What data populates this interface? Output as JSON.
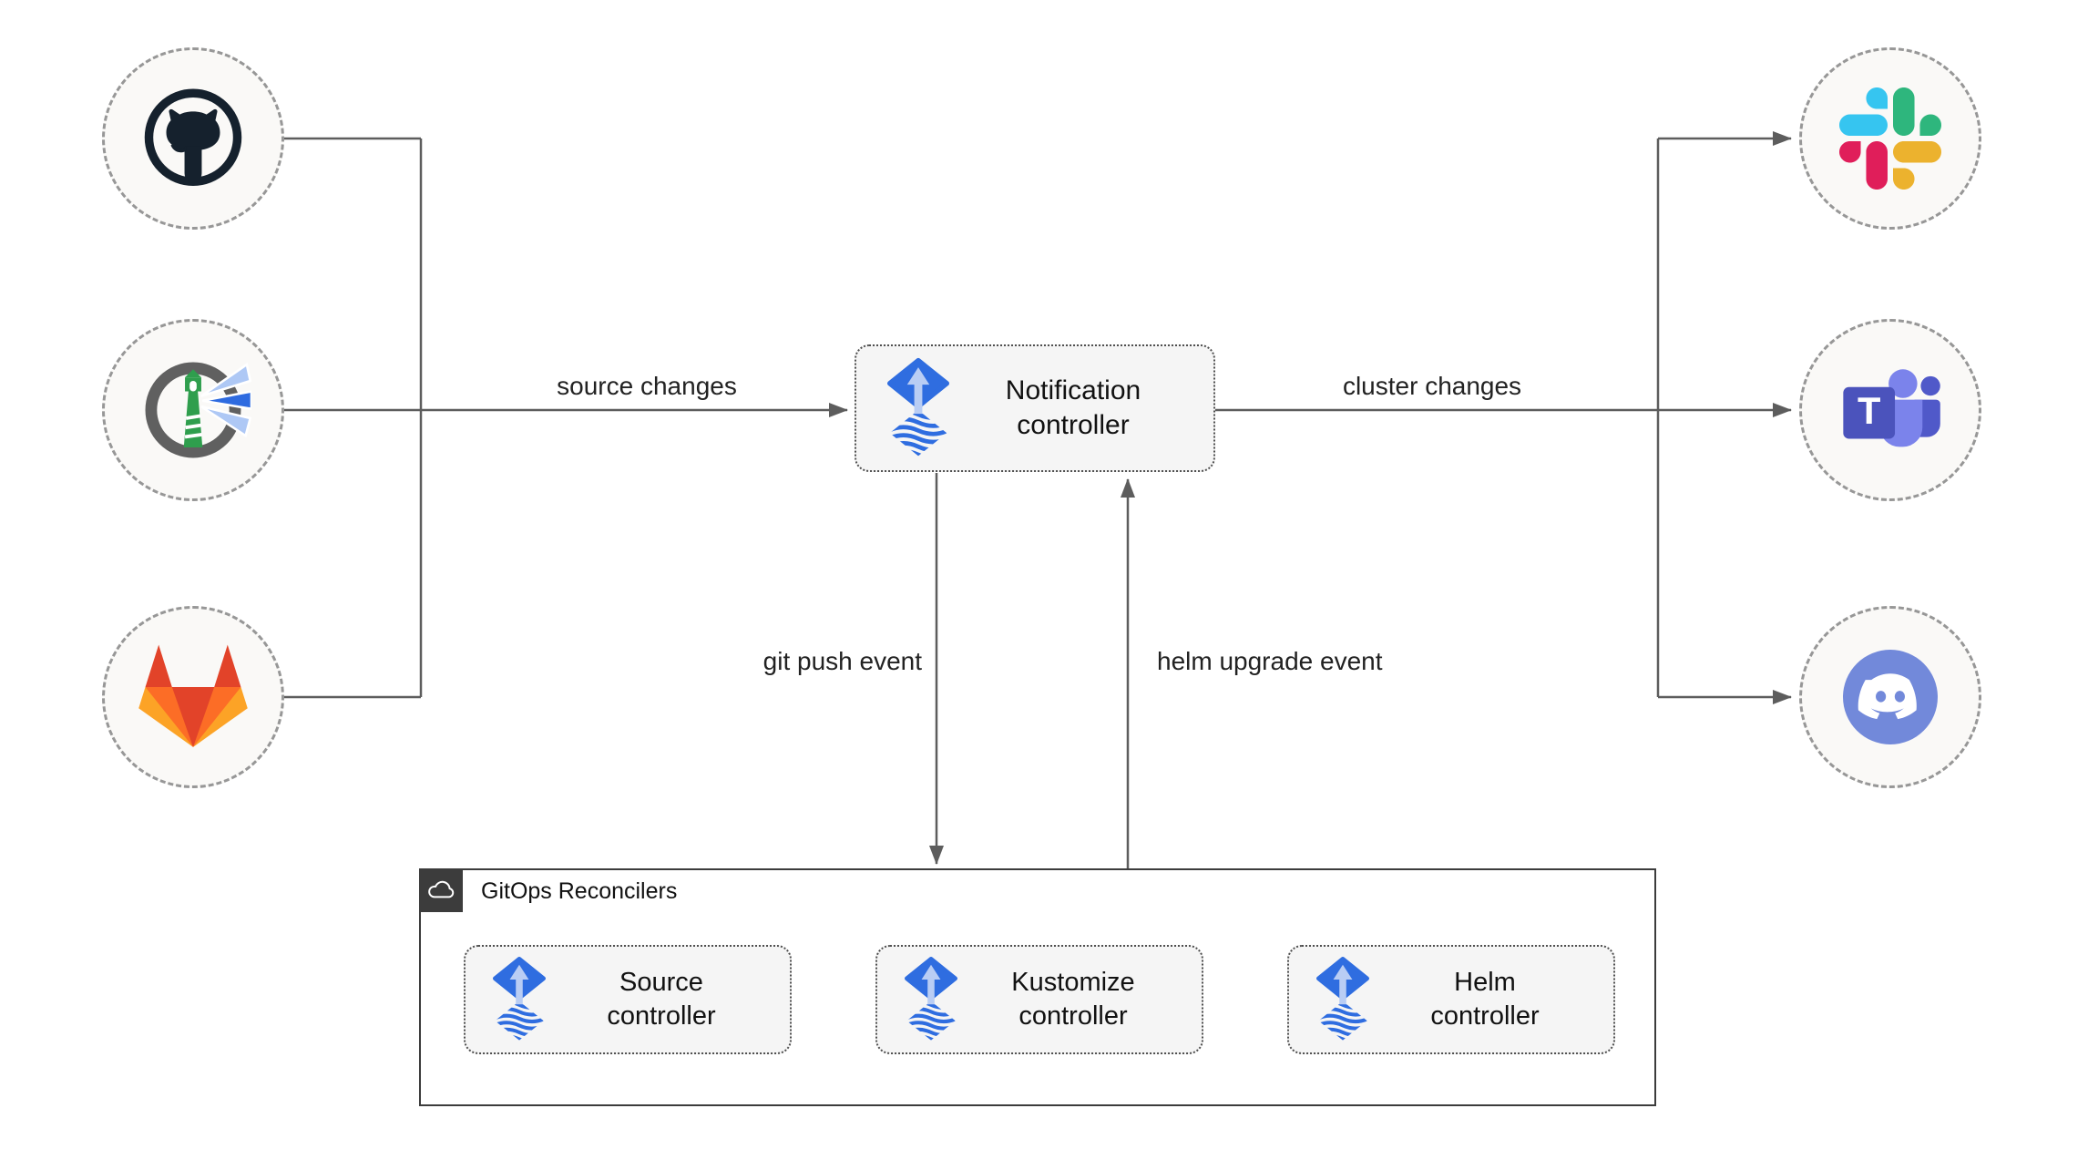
{
  "nodes": {
    "notification": {
      "label": "Notification\ncontroller"
    },
    "source": {
      "label": "Source\ncontroller"
    },
    "kustomize": {
      "label": "Kustomize\ncontroller"
    },
    "helm": {
      "label": "Helm\ncontroller"
    },
    "gitops_group": {
      "label": "GitOps Reconcilers"
    }
  },
  "edges": {
    "source_changes": "source changes",
    "cluster_changes": "cluster changes",
    "git_push": "git push event",
    "helm_upgrade": "helm upgrade event"
  },
  "icons": {
    "sources": [
      "github-icon",
      "harbor-icon",
      "gitlab-icon"
    ],
    "targets": [
      "slack-icon",
      "microsoft-teams-icon",
      "discord-icon"
    ],
    "controllers": "flux-icon",
    "group_header": "cloud-icon"
  },
  "colors": {
    "flux_blue": "#2f6de0",
    "flux_arrow_light": "#b9cdf4",
    "connector_gray": "#5d5d5d",
    "box_fill": "#f5f5f5",
    "box_border": "#4f4f4f",
    "circle_fill": "#faf9f7",
    "circle_border": "#979797",
    "group_header_bg": "#3c3c3c",
    "github_dark": "#15212d",
    "harbor_ring_gray": "#606060",
    "harbor_green": "#2f9e4d",
    "harbor_beam_blue": "#2e6be0",
    "gitlab_red": "#e24329",
    "gitlab_orange": "#fc6d26",
    "gitlab_amber": "#fca326",
    "slack_blue": "#36c5f0",
    "slack_green": "#2eb67d",
    "slack_yellow": "#ecb22e",
    "slack_pink": "#e01e5a",
    "teams_indigo": "#4b53bc",
    "teams_purple": "#5059c9",
    "teams_light": "#7b83eb",
    "discord_blurple": "#7289da"
  }
}
